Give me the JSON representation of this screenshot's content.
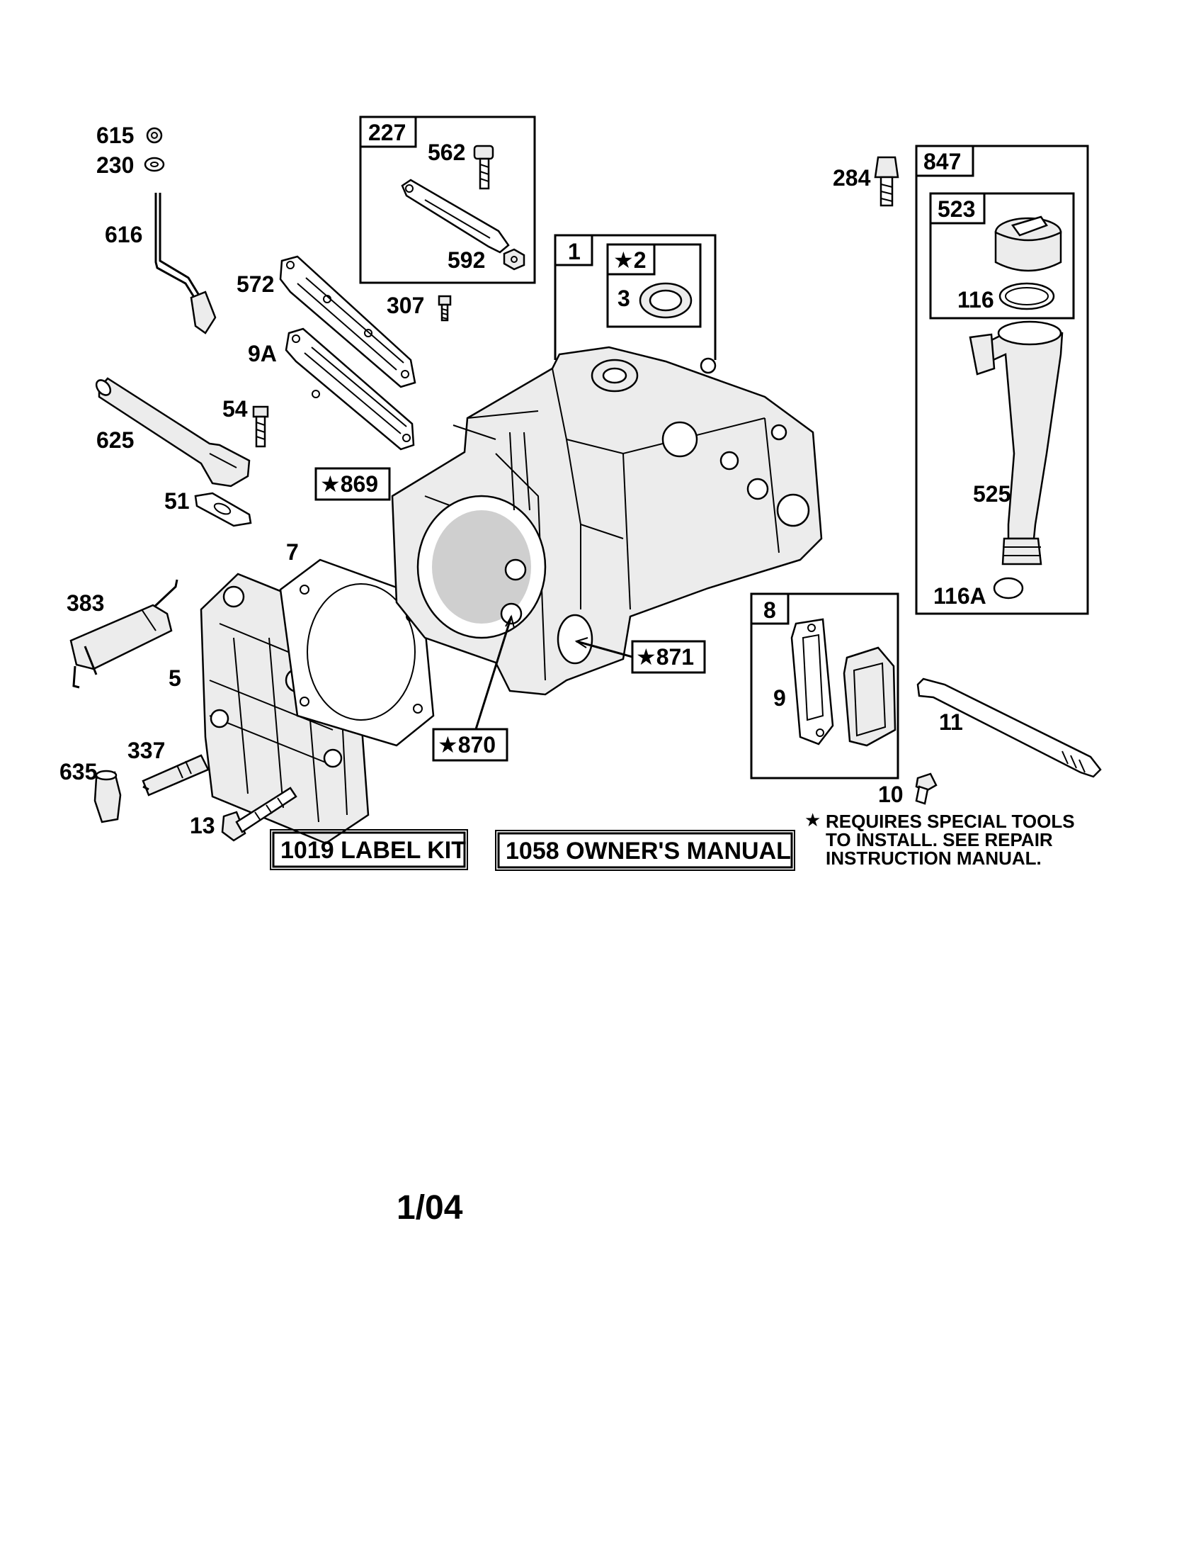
{
  "parts": {
    "p615": "615",
    "p230": "230",
    "p616": "616",
    "p572": "572",
    "p9A": "9A",
    "p307": "307",
    "p625": "625",
    "p54": "54",
    "p51": "51",
    "p383": "383",
    "p5": "5",
    "p7": "7",
    "p337": "337",
    "p635": "635",
    "p13": "13",
    "p284": "284",
    "p116": "116",
    "p525": "525",
    "p116A": "116A",
    "p9": "9",
    "p11": "11",
    "p10": "10",
    "p562": "562",
    "p592": "592",
    "p3": "3"
  },
  "boxes": {
    "b227": "227",
    "b1": "1",
    "b2": "★2",
    "b847": "847",
    "b523": "523",
    "b8": "8",
    "b869": "★869",
    "b871": "★871",
    "b870": "★870"
  },
  "kits": {
    "label_kit": "1019 LABEL KIT",
    "owners_manual": "1058 OWNER'S MANUAL"
  },
  "note": {
    "star": "★",
    "line1": "REQUIRES SPECIAL TOOLS",
    "line2": "TO INSTALL.  SEE REPAIR",
    "line3": "INSTRUCTION MANUAL."
  },
  "footer": {
    "date": "1/04"
  }
}
